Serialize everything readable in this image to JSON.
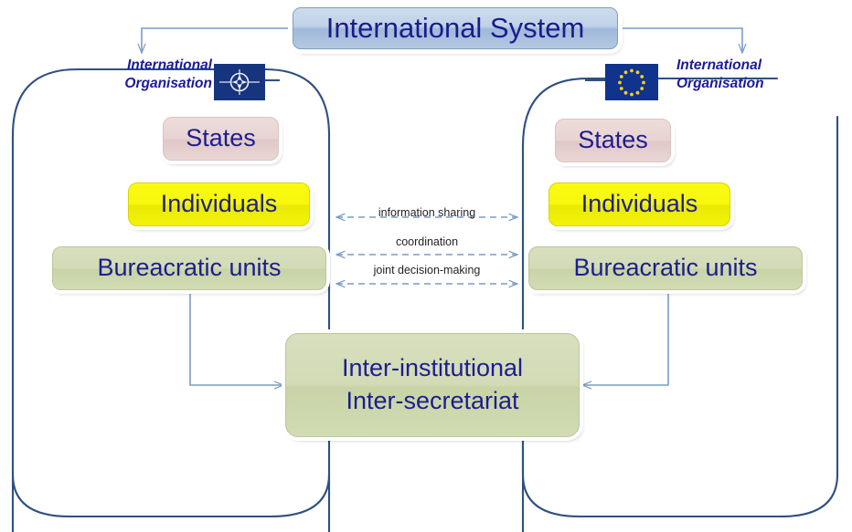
{
  "diagram": {
    "title": "International System",
    "top_box": {
      "label": "International System"
    },
    "left_org": {
      "caption_line1": "International",
      "caption_line2": "Organisation",
      "flag": "nato-flag-icon",
      "boxes": [
        {
          "label": "States",
          "type": "states"
        },
        {
          "label": "Individuals",
          "type": "individuals"
        },
        {
          "label": "Bureacratic units",
          "type": "bureaucratic"
        }
      ]
    },
    "right_org": {
      "caption_line1": "International",
      "caption_line2": "Organisation",
      "flag": "eu-flag-icon",
      "boxes": [
        {
          "label": "States",
          "type": "states"
        },
        {
          "label": "Individuals",
          "type": "individuals"
        },
        {
          "label": "Bureacratic units",
          "type": "bureaucratic"
        }
      ]
    },
    "bridges": [
      {
        "label": "information sharing"
      },
      {
        "label": "coordination"
      },
      {
        "label": "joint decision-making"
      }
    ],
    "center_box": {
      "line1": "Inter-institutional",
      "line2": "Inter-secretariat"
    },
    "colors": {
      "text_blue": "#1d1d8f",
      "container_stroke": "#2f4f82",
      "connector_blue": "#7a9cc6",
      "states_fill": "#e8d3d2",
      "individuals_fill": "#f7f70d",
      "green_fill": "#d2dbb5",
      "system_fill": "#bfd2e8",
      "nato_navy": "#17357e",
      "eu_navy": "#10338c",
      "eu_star": "#f5d020"
    }
  }
}
